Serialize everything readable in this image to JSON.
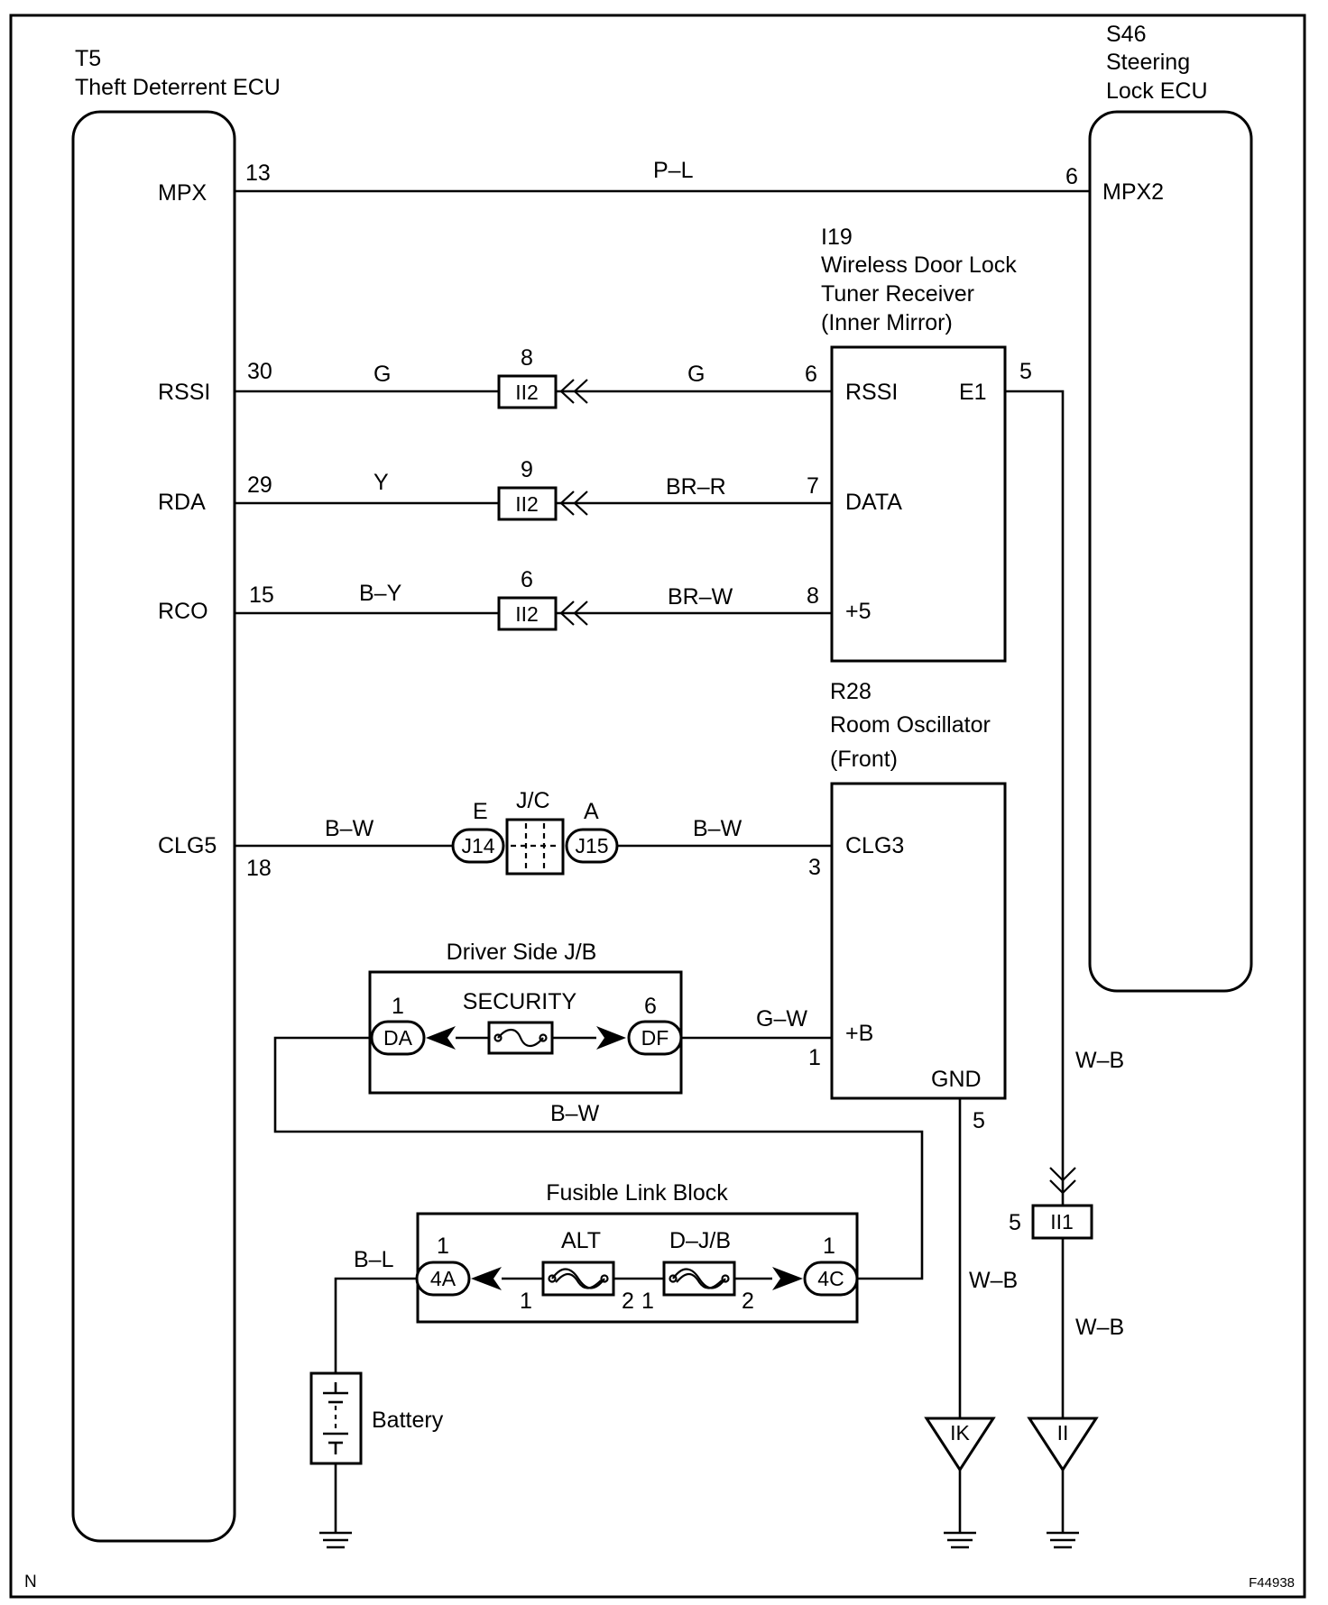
{
  "diagram": {
    "corner_letter": "N",
    "figure_code": "F44938",
    "components": {
      "theft_ecu": {
        "code": "T5",
        "name": "Theft Deterrent ECU",
        "pins": {
          "mpx": "MPX",
          "rssi": "RSSI",
          "rda": "RDA",
          "rco": "RCO",
          "clg5": "CLG5"
        }
      },
      "steering_ecu": {
        "code": "S46",
        "name_line1": "Steering",
        "name_line2": "Lock ECU",
        "pins": {
          "mpx2": "MPX2"
        }
      },
      "tuner": {
        "code": "I19",
        "name_line1": "Wireless Door Lock",
        "name_line2": "Tuner Receiver",
        "name_line3": "(Inner Mirror)",
        "pins": {
          "rssi": "RSSI",
          "e1": "E1",
          "data": "DATA",
          "plus5": "+5"
        }
      },
      "oscillator": {
        "code": "R28",
        "name_line1": "Room Oscillator",
        "name_line2": "(Front)",
        "pins": {
          "clg3": "CLG3",
          "plus_b": "+B",
          "gnd": "GND"
        }
      },
      "driver_jb": {
        "name": "Driver Side J/B",
        "fuse": "SECURITY",
        "conn_left": "DA",
        "conn_right": "DF",
        "pin_left": "1",
        "pin_right": "6"
      },
      "fusible_block": {
        "name": "Fusible Link Block",
        "fuse1": "ALT",
        "fuse2": "D–J/B",
        "conn_left": "4A",
        "conn_right": "4C",
        "pin_left": "1",
        "pin_right": "1",
        "fuse1_in": "1",
        "fuse1_out": "2",
        "fuse2_in": "1",
        "fuse2_out": "2"
      },
      "junction": {
        "name": "J/C",
        "left_conn": "J14",
        "right_conn": "J15",
        "left_letter": "E",
        "right_letter": "A"
      },
      "battery": {
        "name": "Battery"
      }
    },
    "wires": {
      "mpx": {
        "pin_left": "13",
        "color": "P–L",
        "pin_right": "6"
      },
      "rssi": {
        "pin_left": "30",
        "color_left": "G",
        "conn": "II2",
        "conn_pin": "8",
        "color_right": "G",
        "pin_right": "6"
      },
      "rda": {
        "pin_left": "29",
        "color_left": "Y",
        "conn": "II2",
        "conn_pin": "9",
        "color_right": "BR–R",
        "pin_right": "7"
      },
      "rco": {
        "pin_left": "15",
        "color_left": "B–Y",
        "conn": "II2",
        "conn_pin": "6",
        "color_right": "BR–W",
        "pin_right": "8"
      },
      "clg": {
        "pin_left": "18",
        "color_left": "B–W",
        "color_right": "B–W",
        "pin_right": "3"
      },
      "plus_b": {
        "color": "G–W",
        "pin": "1"
      },
      "jb_feed": {
        "color": "B–W"
      },
      "battery_feed": {
        "color": "B–L"
      },
      "gnd_osc": {
        "pin": "5",
        "color": "W–B",
        "ground_point": "IK"
      },
      "gnd_tuner": {
        "pin": "5",
        "color_upper": "W–B",
        "conn": "II1",
        "conn_pin": "5",
        "color_lower": "W–B",
        "ground_point": "II"
      }
    }
  }
}
